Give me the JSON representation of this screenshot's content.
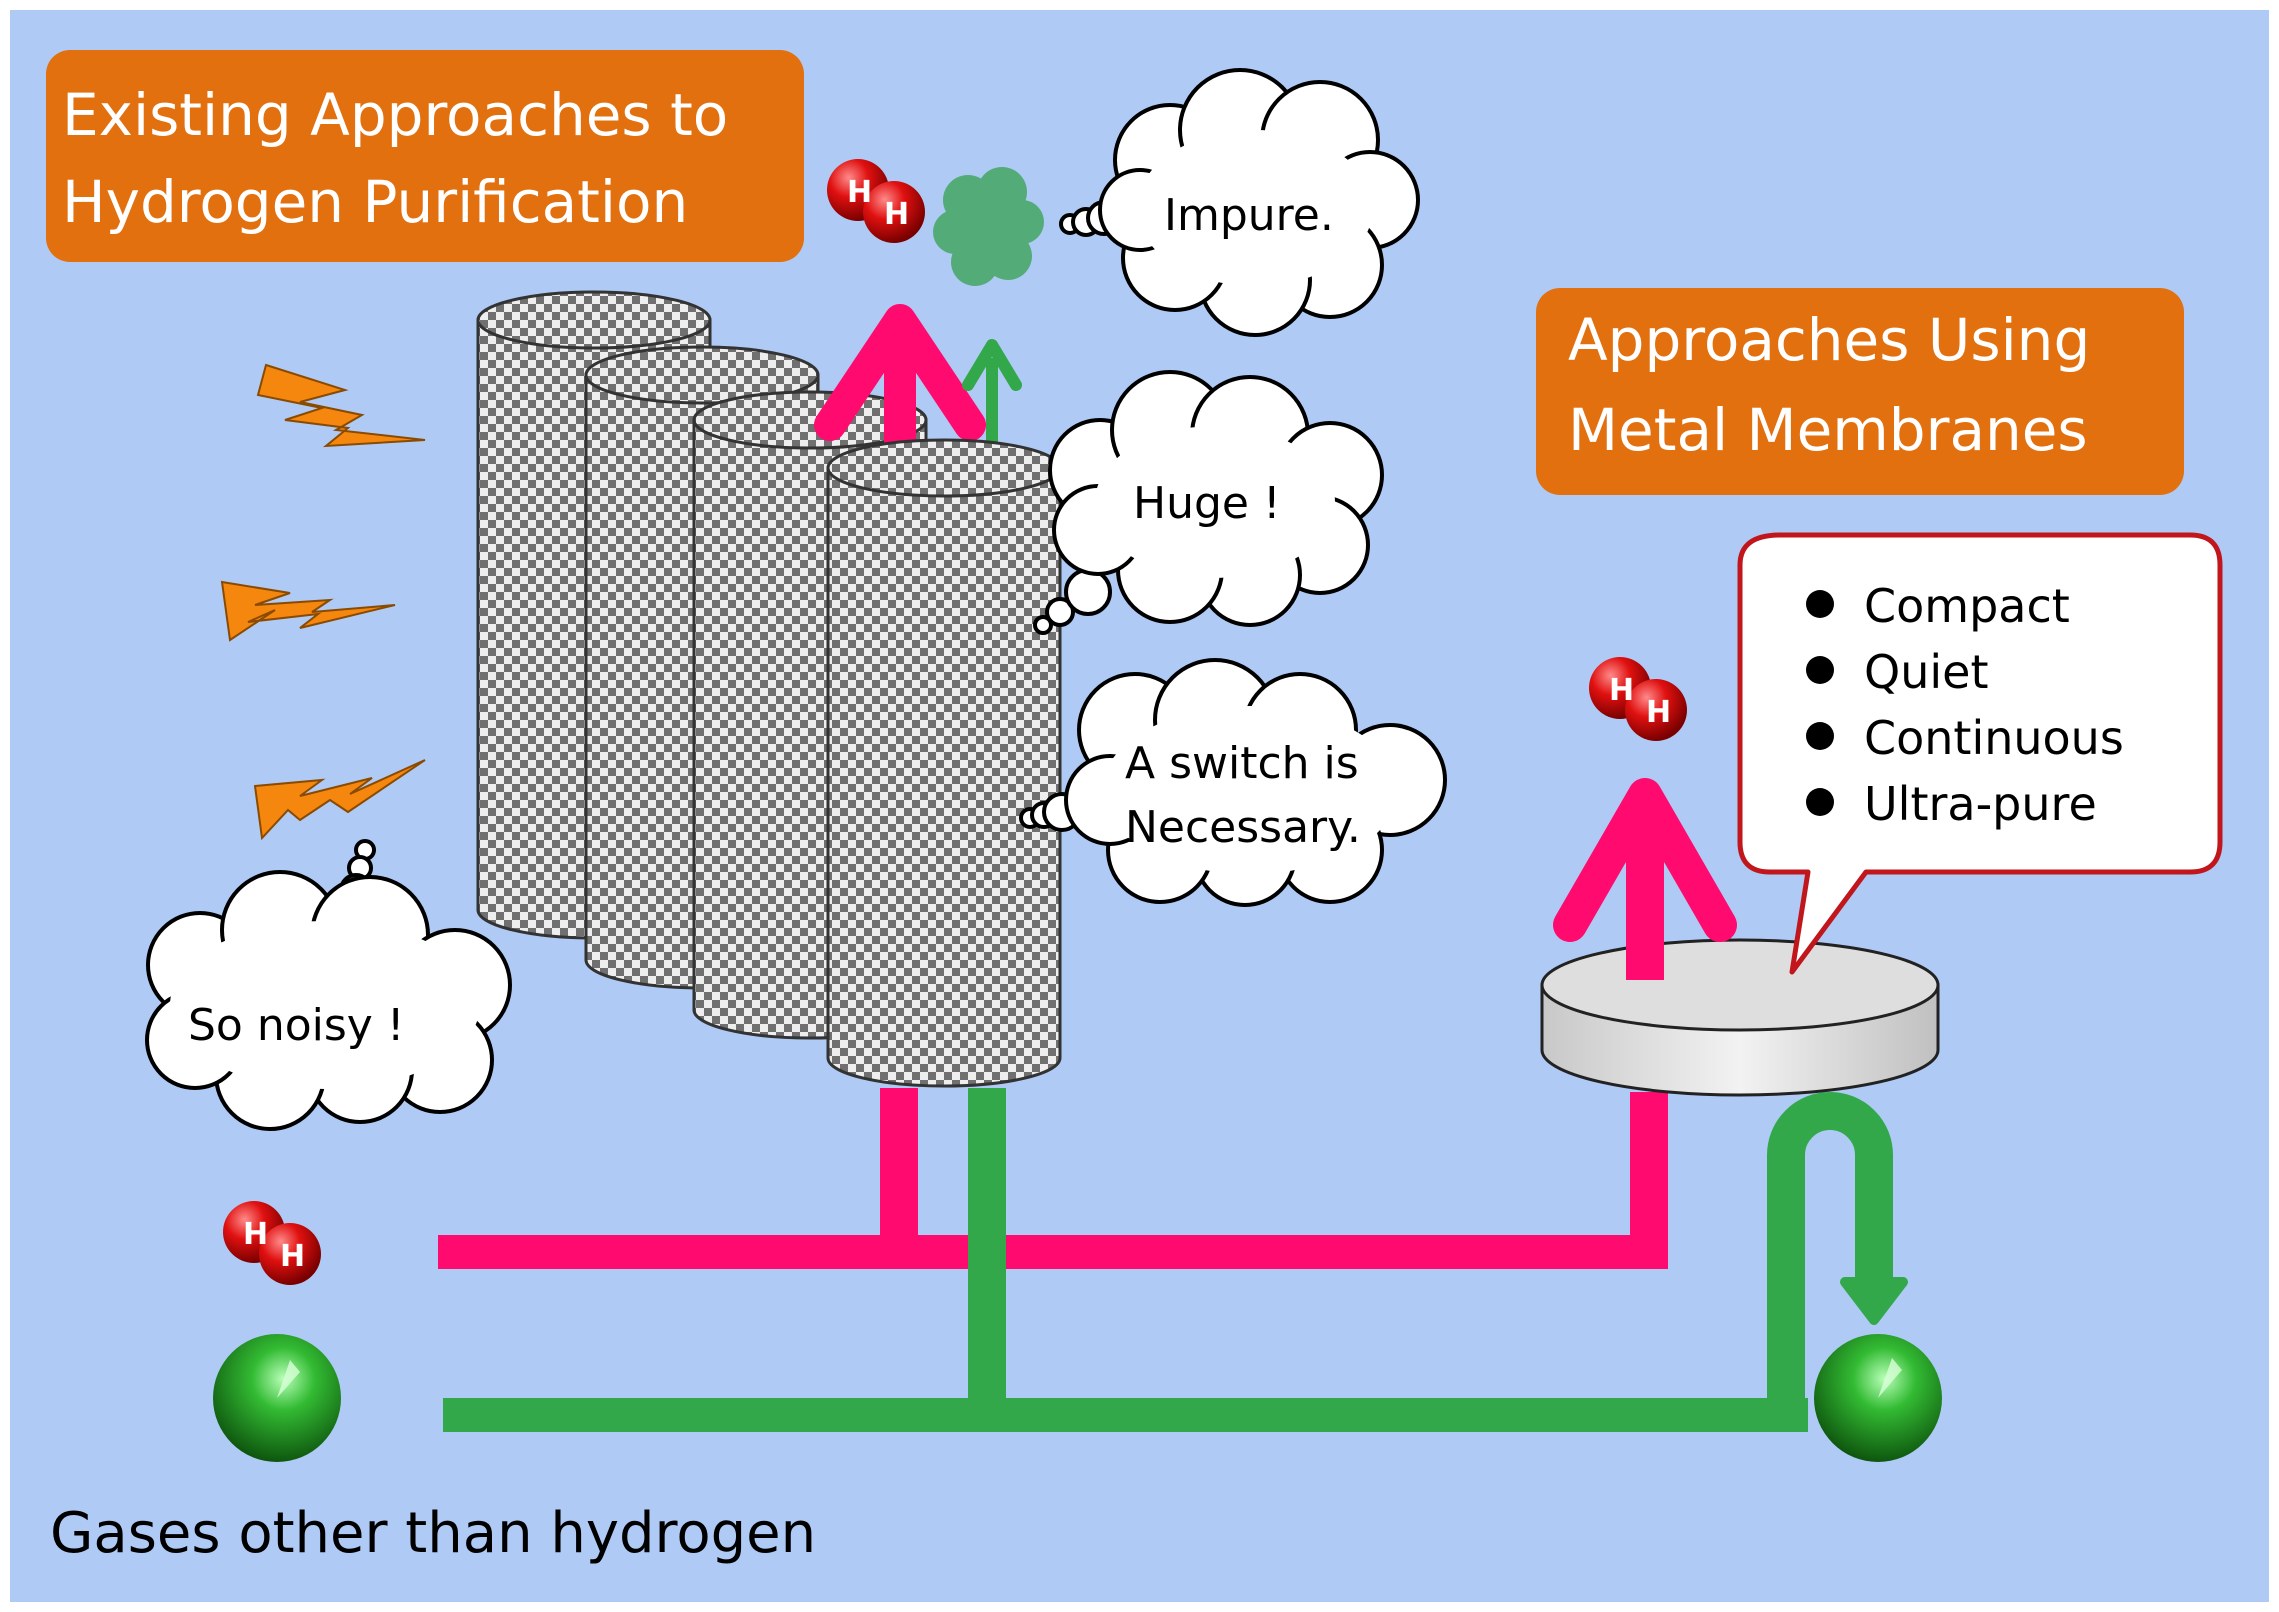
{
  "titles": {
    "existing_line1": "Existing Approaches to",
    "existing_line2": "Hydrogen Purification",
    "metal_line1": "Approaches Using",
    "metal_line2": "Metal Membranes"
  },
  "thoughts": {
    "impure": "Impure.",
    "huge": "Huge !",
    "switch_line1": "A switch is",
    "switch_line2": "Necessary.",
    "noisy": "So noisy !"
  },
  "benefits": [
    "Compact",
    "Quiet",
    "Continuous",
    "Ultra-pure"
  ],
  "molecule_letter": "H",
  "bottom_label": "Gases other than hydrogen",
  "colors": {
    "background": "#aecaf5",
    "title_box": "#e2700f",
    "hydrogen_line": "#ff0a6e",
    "other_gas_line": "#33a84a",
    "hydrogen_atom": "#e01010",
    "other_gas_ball": "#1f8f1f",
    "lightning": "#f5870f",
    "callout_border": "#c0161c"
  }
}
